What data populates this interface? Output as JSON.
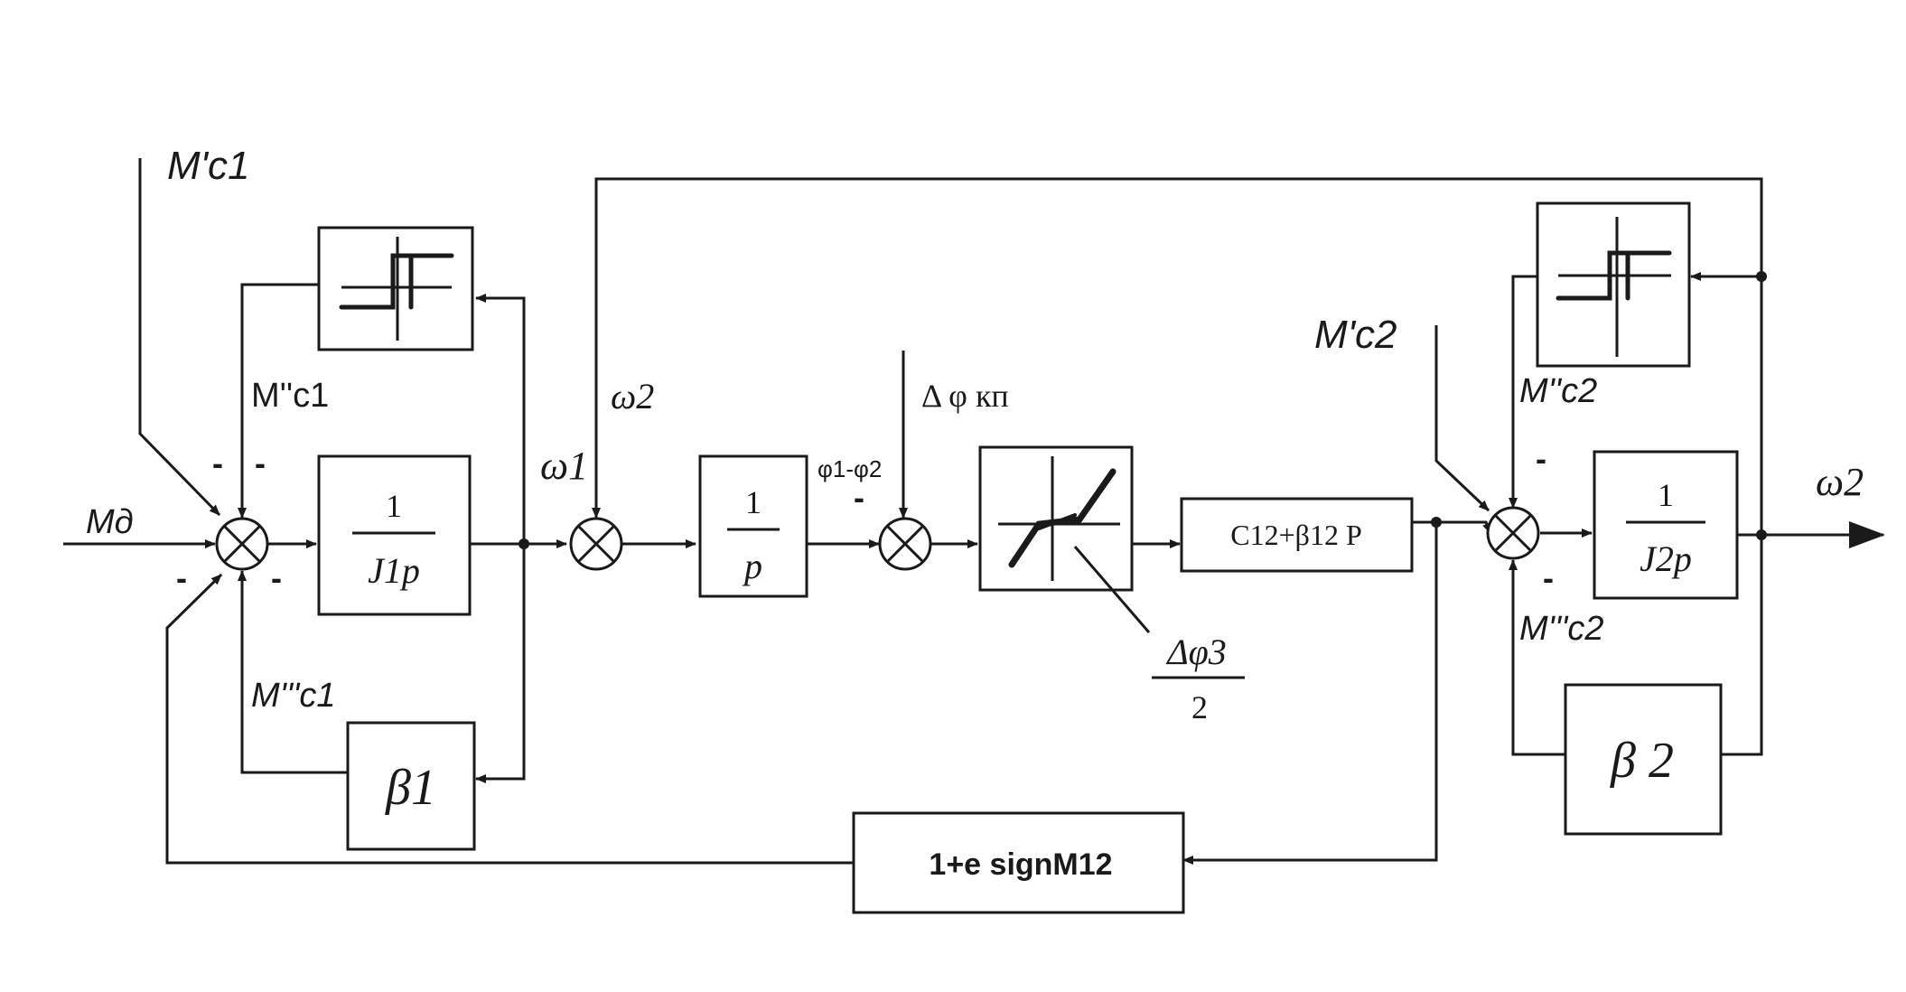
{
  "signals": {
    "m_c1_prime": "M'c1",
    "m_c1_double": "M''c1",
    "m_c1_triple": "M'''c1",
    "m_d": "Mд",
    "omega1": "ω1",
    "omega2_top": "ω2",
    "delta_phi_kp": "Δ φ кп",
    "phi_diff": "φ1-φ2",
    "m_c2_prime": "M'c2",
    "m_c2_double": "M''c2",
    "m_c2_triple": "M'''c2",
    "omega2_out": "ω2",
    "delta_phi3_num": "Δφ3",
    "delta_phi3_den": "2"
  },
  "blocks": {
    "inertia1_num": "1",
    "inertia1_den": "J1p",
    "beta1": "β1",
    "integrator_num": "1",
    "integrator_den": "p",
    "stiffness": "C12+β12 P",
    "inertia2_num": "1",
    "inertia2_den": "J2p",
    "beta2": "β 2",
    "efficiency": "1+e signM12"
  },
  "signs": {
    "minus": "-"
  }
}
